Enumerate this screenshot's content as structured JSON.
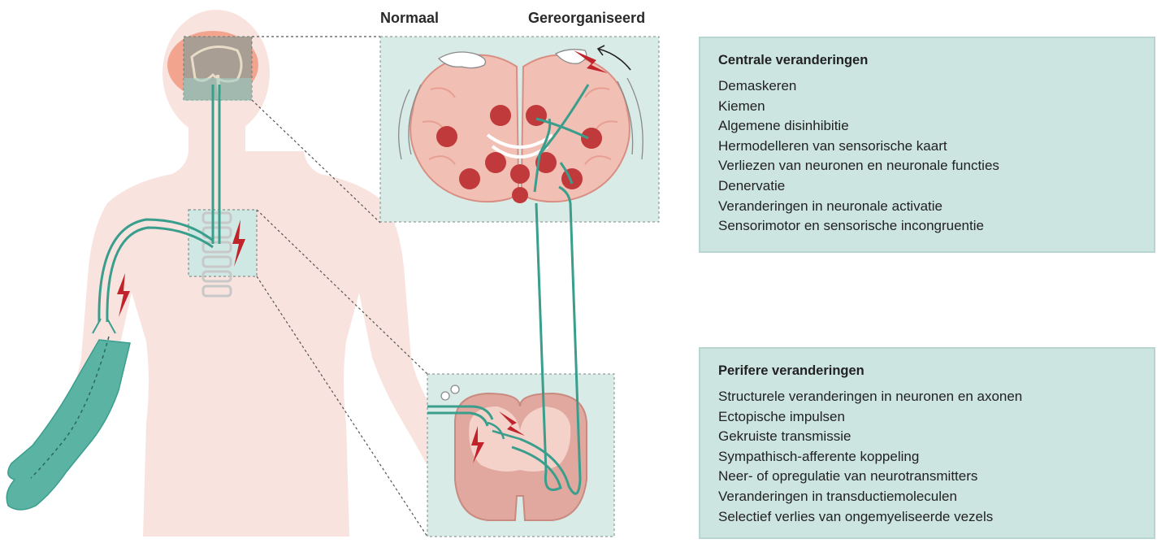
{
  "labels": {
    "normal": "Normaal",
    "reorganized": "Gereorganiseerd"
  },
  "central": {
    "title": "Centrale veranderingen",
    "items": [
      "Demaskeren",
      "Kiemen",
      "Algemene disinhibitie",
      "Hermodelleren van sensorische kaart",
      "Verliezen van neuronen en neuronale functies",
      "Denervatie",
      "Veranderingen in neuronale activatie",
      "Sensorimotor en sensorische incongruentie"
    ]
  },
  "peripheral": {
    "title": "Perifere veranderingen",
    "items": [
      "Structurele veranderingen in neuronen en axonen",
      "Ectopische impulsen",
      "Gekruiste transmissie",
      "Sympathisch-afferente koppeling",
      "Neer- of opregulatie van neurotransmitters",
      "Veranderingen in transductiemoleculen",
      "Selectief verlies van ongemyeliseerde vezels"
    ]
  },
  "colors": {
    "skin": "#f9e3df",
    "teal": "#3a9e8d",
    "nerve_fill": "#cfe8e3",
    "panel": "#d9ebe7",
    "brain_tissue": "#f2bfb4",
    "nucleus": "#c0393b",
    "bolt": "#c0232a",
    "box": "#cde5e1"
  }
}
